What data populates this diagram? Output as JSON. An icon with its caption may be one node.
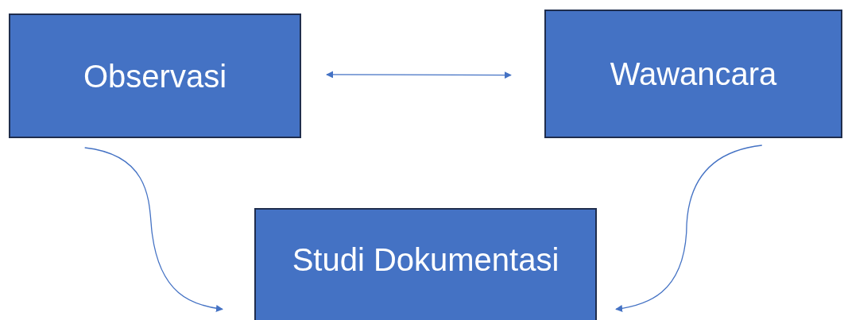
{
  "diagram": {
    "nodes": [
      {
        "text": [
          "Observasi"
        ]
      },
      {
        "text": [
          "Wawancara"
        ]
      },
      {
        "text": [
          "Studi Dokumentasi"
        ]
      }
    ],
    "edges": [
      {
        "from": 0,
        "to": 1,
        "arrow": "both"
      },
      {
        "from": 0,
        "to": 2,
        "arrow": "to"
      },
      {
        "from": 1,
        "to": 2,
        "arrow": "to"
      }
    ]
  }
}
